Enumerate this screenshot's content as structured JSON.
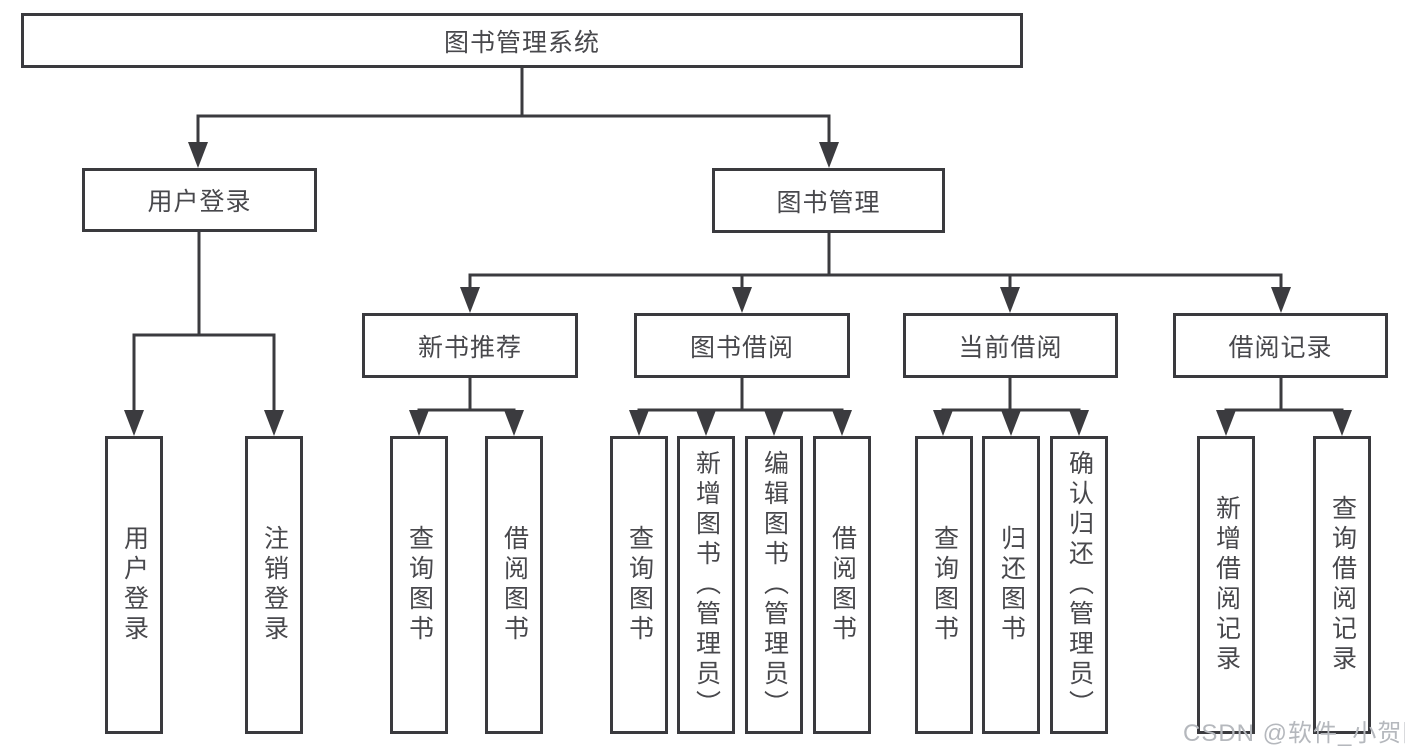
{
  "diagram": {
    "root": {
      "label": "图书管理系统"
    },
    "level2": [
      {
        "label": "用户登录"
      },
      {
        "label": "图书管理"
      }
    ],
    "level3": [
      {
        "label": "新书推荐"
      },
      {
        "label": "图书借阅"
      },
      {
        "label": "当前借阅"
      },
      {
        "label": "借阅记录"
      }
    ],
    "leaves": [
      {
        "parent": "用户登录",
        "label": "用户登录"
      },
      {
        "parent": "用户登录",
        "label": "注销登录"
      },
      {
        "parent": "新书推荐",
        "label": "查询图书"
      },
      {
        "parent": "新书推荐",
        "label": "借阅图书"
      },
      {
        "parent": "图书借阅",
        "label": "查询图书"
      },
      {
        "parent": "图书借阅",
        "label": "新增图书（管理员）"
      },
      {
        "parent": "图书借阅",
        "label": "编辑图书（管理员）"
      },
      {
        "parent": "图书借阅",
        "label": "借阅图书"
      },
      {
        "parent": "当前借阅",
        "label": "查询图书"
      },
      {
        "parent": "当前借阅",
        "label": "归还图书"
      },
      {
        "parent": "当前借阅",
        "label": "确认归还（管理员）"
      },
      {
        "parent": "借阅记录",
        "label": "新增借阅记录"
      },
      {
        "parent": "借阅记录",
        "label": "查询借阅记录"
      }
    ],
    "watermark": "CSDN @软件_小贺同学",
    "colors": {
      "line": "#3b3b3f",
      "text": "#48484c",
      "watermark": "#b5b8bd",
      "background": "#ffffff"
    }
  }
}
